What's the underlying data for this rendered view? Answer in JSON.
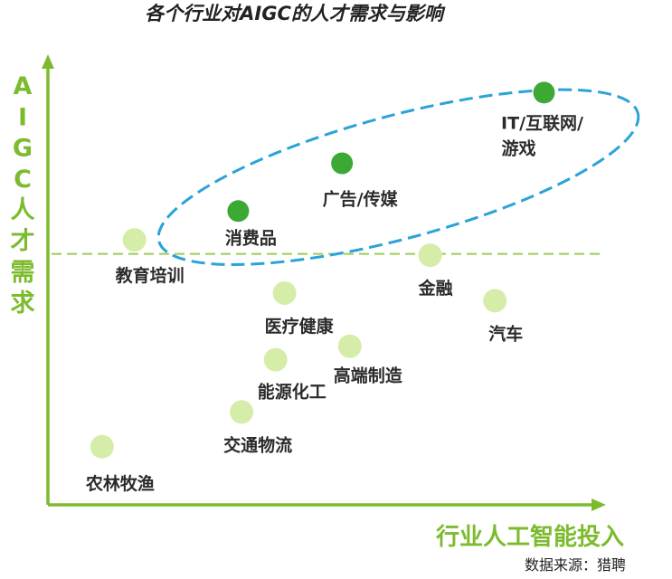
{
  "chart_data": {
    "type": "scatter",
    "title": "各个行业对AIGC的人才需求与影响",
    "xlabel": "行业人工智能投入",
    "ylabel": "AIGC人才需求",
    "xlim": [
      0,
      100
    ],
    "ylim": [
      0,
      100
    ],
    "threshold_y": 55.7,
    "points": [
      {
        "label": "IT/互联网/游戏",
        "x": 88.9,
        "y": 91.5,
        "group": "high"
      },
      {
        "label": "广告/传媒",
        "x": 52.7,
        "y": 75.8,
        "group": "high"
      },
      {
        "label": "消费品",
        "x": 34.1,
        "y": 65.2,
        "group": "high"
      },
      {
        "label": "教育培训",
        "x": 15.5,
        "y": 58.8,
        "group": "low"
      },
      {
        "label": "金融",
        "x": 68.5,
        "y": 55.4,
        "group": "low"
      },
      {
        "label": "汽车",
        "x": 80.1,
        "y": 45.3,
        "group": "low"
      },
      {
        "label": "医疗健康",
        "x": 42.4,
        "y": 47.0,
        "group": "low"
      },
      {
        "label": "高端制造",
        "x": 54.1,
        "y": 35.2,
        "group": "low"
      },
      {
        "label": "能源化工",
        "x": 40.8,
        "y": 32.2,
        "group": "low"
      },
      {
        "label": "交通物流",
        "x": 34.7,
        "y": 20.6,
        "group": "low"
      },
      {
        "label": "农林牧渔",
        "x": 9.7,
        "y": 12.9,
        "group": "low"
      }
    ],
    "highlight_ellipse_around": [
      "消费品",
      "广告/传媒",
      "IT/互联网/游戏"
    ]
  },
  "source_text": "数据来源：猎聘",
  "colors": {
    "high_point": "#3ca935",
    "low_point": "#d5eda9",
    "axis": "#7dbb2e",
    "threshold": "#9ccc5a",
    "ellipse": "#2aa3d8"
  }
}
